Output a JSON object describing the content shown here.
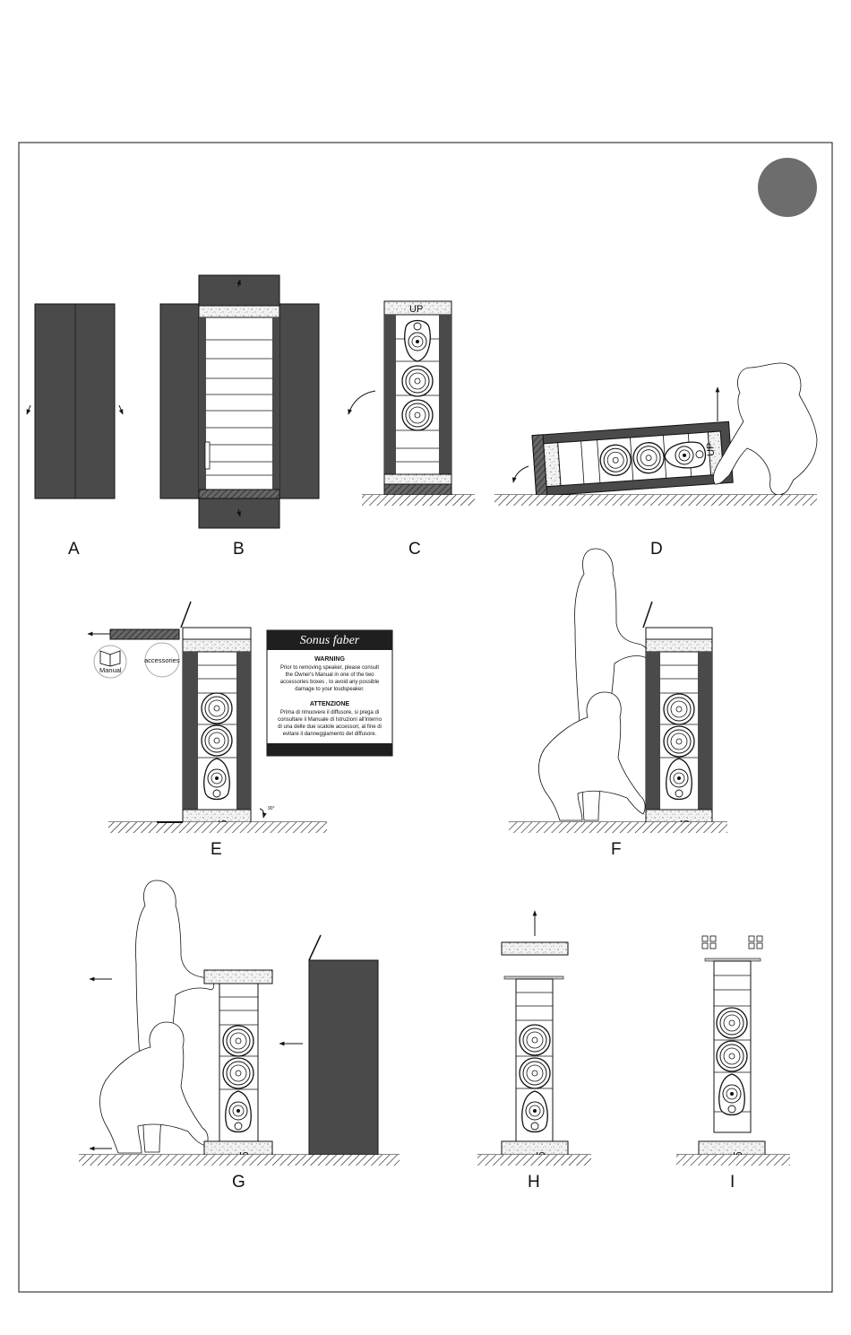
{
  "steps": [
    {
      "id": "A",
      "label": "A"
    },
    {
      "id": "B",
      "label": "B"
    },
    {
      "id": "C",
      "label": "C"
    },
    {
      "id": "D",
      "label": "D"
    },
    {
      "id": "E",
      "label": "E"
    },
    {
      "id": "F",
      "label": "F"
    },
    {
      "id": "G",
      "label": "G"
    },
    {
      "id": "H",
      "label": "H"
    },
    {
      "id": "I",
      "label": "I"
    }
  ],
  "box_marking": "UP",
  "accessories": {
    "manual_label": "Manual",
    "accessories_label": "accessories"
  },
  "angle_label": "90°",
  "warning_card": {
    "brand": "Sonus faber",
    "warning_title": "WARNING",
    "warning_lines": [
      "Prior to removing speaker, please consult",
      "the Owner's Manual in one of the two",
      "accessories boxes , to avoid any possible",
      "damage to your loudspeaker."
    ],
    "attenzione_title": "ATTENZIONE",
    "attenzione_lines": [
      "Prima di rimuovere il diffusore, si prega di",
      "consultare il Manuale di Istruzioni all'interno",
      "di una delle due scatole accessori, al fine di",
      "evitare il danneggiamento del diffusore."
    ]
  },
  "colors": {
    "panel_dark": "#4a4a4a",
    "badge": "#6d6d6d",
    "line": "#111111",
    "foam": "#eeeeee"
  }
}
